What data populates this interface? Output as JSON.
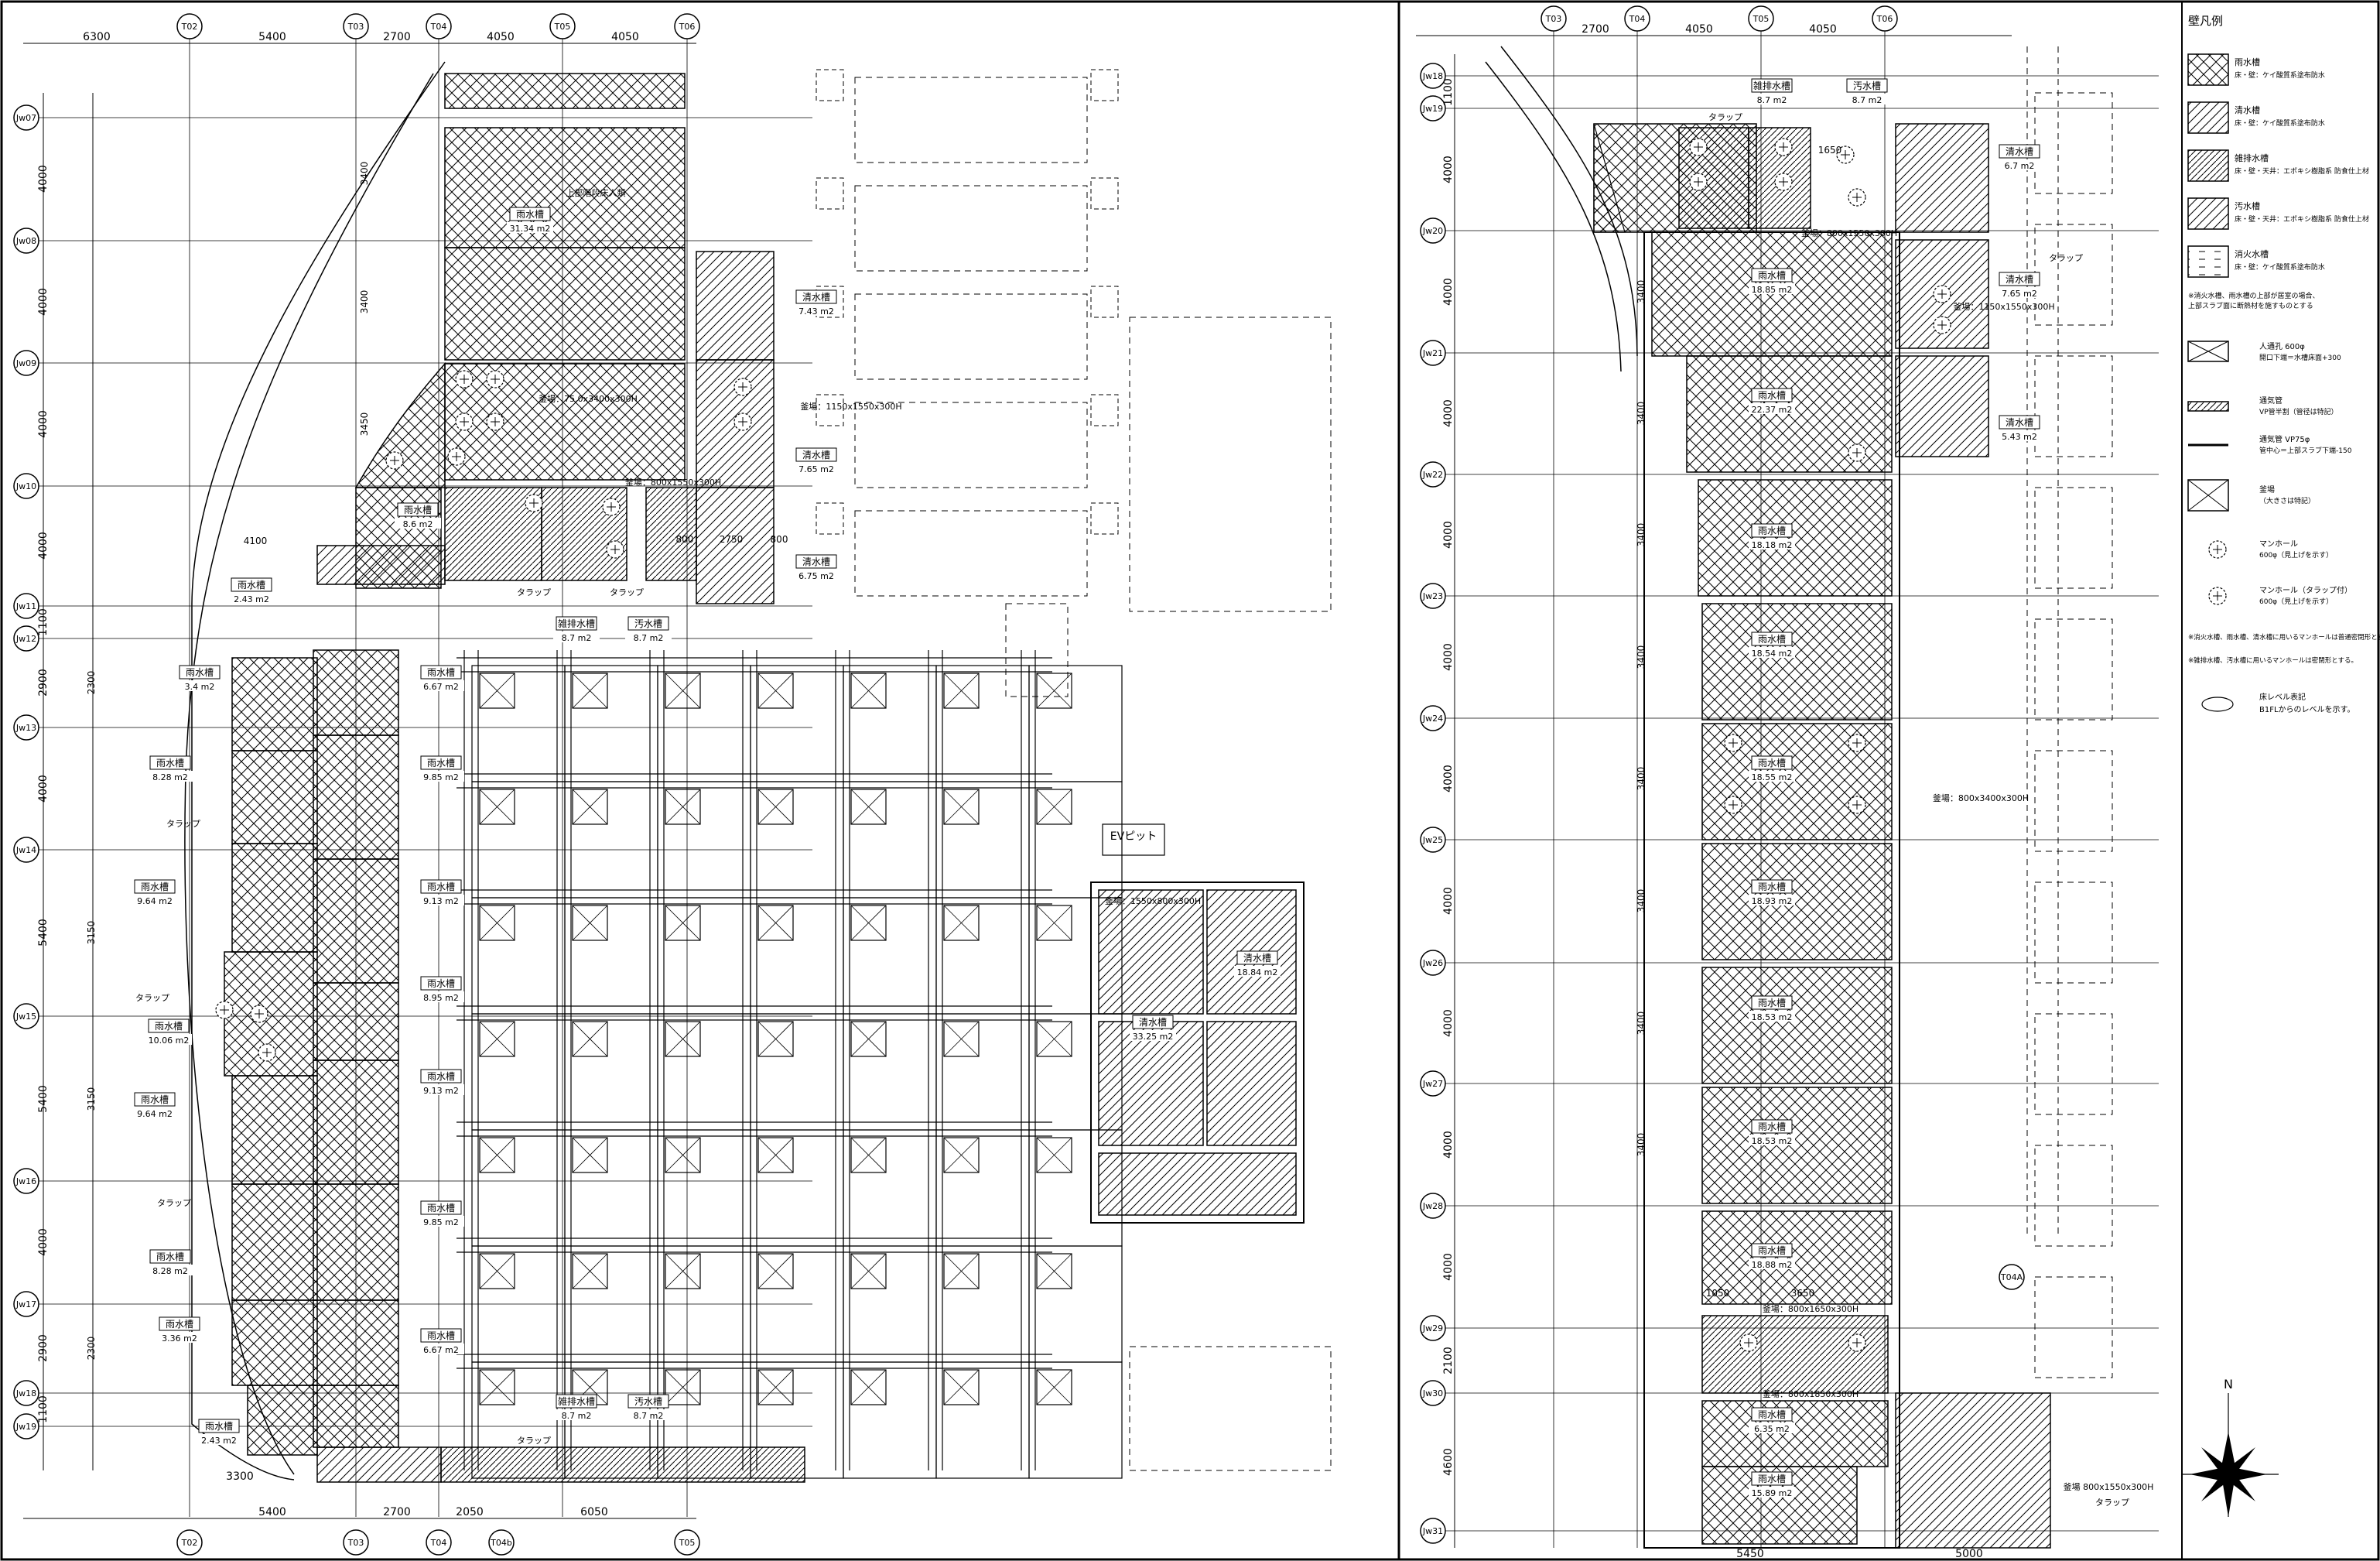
{
  "grid": {
    "left_top_labels": [
      "T02",
      "T03",
      "T04",
      "T05",
      "T06"
    ],
    "left_bottom_labels": [
      "T02",
      "T03",
      "T04",
      "T04b",
      "T05"
    ],
    "left_row_labels": [
      "Jw07",
      "Jw08",
      "Jw09",
      "Jw10",
      "Jw11",
      "Jw12",
      "Jw13",
      "Jw14",
      "Jw15",
      "Jw16",
      "Jw17",
      "Jw18",
      "Jw19"
    ],
    "right_top_labels": [
      "T03",
      "T04",
      "T05",
      "T06"
    ],
    "right_row_labels": [
      "Jw18",
      "Jw19",
      "Jw20",
      "Jw21",
      "Jw22",
      "Jw23",
      "Jw24",
      "Jw25",
      "Jw26",
      "Jw27",
      "Jw28",
      "Jw29",
      "Jw30",
      "Jw31"
    ],
    "t04a_label": "T04A"
  },
  "dims": {
    "left_top": [
      "6300",
      "5400",
      "2700",
      "4050",
      "4050"
    ],
    "left_bottom": [
      "5400",
      "2700",
      "2050",
      "6050"
    ],
    "left_bottom2": [
      "3300"
    ],
    "right_top": [
      "2700",
      "4050",
      "4050"
    ],
    "right_bottom": [
      "5450",
      "5000"
    ],
    "left_side": [
      "4000",
      "4000",
      "4000",
      "4000",
      "1100",
      "2900",
      "4000",
      "5400",
      "5400",
      "4000",
      "2900",
      "1100"
    ],
    "right_side": [
      "1100",
      "4000",
      "4000",
      "4000",
      "4000",
      "4000",
      "4000",
      "4000",
      "4000",
      "4000",
      "4000",
      "2100",
      "4600"
    ]
  },
  "rooms_left": [
    {
      "name": "雨水槽",
      "area": "2.43 m2"
    },
    {
      "name": "雨水槽",
      "area": "3.4 m2"
    },
    {
      "name": "雨水槽",
      "area": "8.28 m2"
    },
    {
      "name": "雨水槽",
      "area": "9.64 m2"
    },
    {
      "name": "雨水槽",
      "area": "10.06 m2"
    },
    {
      "name": "雨水槽",
      "area": "9.64 m2"
    },
    {
      "name": "雨水槽",
      "area": "8.28 m2"
    },
    {
      "name": "雨水槽",
      "area": "3.36 m2"
    },
    {
      "name": "雨水槽",
      "area": "2.43 m2"
    },
    {
      "name": "雨水槽",
      "area": "6.67 m2"
    },
    {
      "name": "雨水槽",
      "area": "9.85 m2"
    },
    {
      "name": "雨水槽",
      "area": "9.13 m2"
    },
    {
      "name": "雨水槽",
      "area": "8.95 m2"
    },
    {
      "name": "雨水槽",
      "area": "9.13 m2"
    },
    {
      "name": "雨水槽",
      "area": "9.85 m2"
    },
    {
      "name": "雨水槽",
      "area": "6.67 m2"
    },
    {
      "name": "清水槽",
      "area": "7.43 m2"
    },
    {
      "name": "清水槽",
      "area": "7.65 m2"
    },
    {
      "name": "清水槽",
      "area": "6.75 m2"
    },
    {
      "name": "雑排水槽",
      "area": "8.7 m2"
    },
    {
      "name": "汚水槽",
      "area": "8.7 m2"
    },
    {
      "name": "雑排水槽",
      "area": "8.7 m2"
    },
    {
      "name": "汚水槽",
      "area": "8.7 m2"
    },
    {
      "name": "雨水槽",
      "area": "31.34 m2"
    },
    {
      "name": "雨水槽",
      "area": "8.6 m2"
    },
    {
      "name": "清水槽",
      "area": "18.84 m2"
    },
    {
      "name": "清水槽",
      "area": "33.25 m2"
    }
  ],
  "rooms_right": [
    {
      "name": "雑排水槽",
      "area": "8.7 m2"
    },
    {
      "name": "汚水槽",
      "area": "8.7 m2"
    },
    {
      "name": "清水槽",
      "area": "6.7 m2"
    },
    {
      "name": "清水槽",
      "area": "7.65 m2"
    },
    {
      "name": "清水槽",
      "area": "5.43 m2"
    },
    {
      "name": "雨水槽",
      "area": "18.85 m2"
    },
    {
      "name": "雨水槽",
      "area": "22.37 m2"
    },
    {
      "name": "雨水槽",
      "area": "18.18 m2"
    },
    {
      "name": "雨水槽",
      "area": "18.54 m2"
    },
    {
      "name": "雨水槽",
      "area": "18.55 m2"
    },
    {
      "name": "雨水槽",
      "area": "18.93 m2"
    },
    {
      "name": "雨水槽",
      "area": "18.53 m2"
    },
    {
      "name": "雨水槽",
      "area": "18.53 m2"
    },
    {
      "name": "雨水槽",
      "area": "18.88 m2"
    },
    {
      "name": "雨水槽",
      "area": "6.35 m2"
    },
    {
      "name": "雨水槽",
      "area": "15.89 m2"
    }
  ],
  "annotations": {
    "left_top_pit": "上部階段床人類",
    "kama1": "釜場：75.0x3400x300H",
    "kama2": "釜場：1150x1550x300H",
    "kama3": "釜場：800x1550x300H",
    "kama4": "釜場：1550x800x300H",
    "kama_r1": "釜場：800x1550x300H",
    "kama_r2": "釜場：1150x1550x300H",
    "kama_r3": "釜場：800x3400x300H",
    "kama_r4": "釜場：800x1650x300H",
    "kama_r5": "釜場：800x1850x300H",
    "kama_r6": "釜場 800x1550x300H",
    "trap": "タラップ",
    "ev_pit": "EVピット",
    "dim_4100": "4100",
    "dim_3300": "3300",
    "dim_800": "800",
    "dim_2750": "2750",
    "dim_1650": "1650",
    "dim_3650": "3650",
    "dim_1050": "1050",
    "dim_3400": "3400",
    "dim_3450": "3450",
    "dim_3150": "3150",
    "dim_2300": "2300",
    "north": "N"
  },
  "legend": {
    "title": "壁凡例",
    "items": [
      {
        "name": "雨水槽",
        "desc": "床・壁：ケイ酸質系塗布防水"
      },
      {
        "name": "清水槽",
        "desc": "床・壁：ケイ酸質系塗布防水"
      },
      {
        "name": "雑排水槽",
        "desc": "床・壁・天井：エポキシ樹脂系 防食仕上材"
      },
      {
        "name": "汚水槽",
        "desc": "床・壁・天井：エポキシ樹脂系 防食仕上材"
      },
      {
        "name": "消火水槽",
        "desc": "床・壁：ケイ酸質系塗布防水"
      }
    ],
    "note1": "※消火水槽、雨水槽の上部が居室の場合、上部スラブ面に断熱材を施すものとする",
    "symbols": [
      {
        "name": "人通孔 600φ",
        "desc": "開口下端＝水槽床面+300"
      },
      {
        "name": "通気管",
        "desc": "VP管半割（管径は特記）"
      },
      {
        "name": "通気管 VP75φ",
        "desc": "管中心＝上部スラブ下端-150"
      },
      {
        "name": "釜場",
        "desc": "（大きさは特記）"
      },
      {
        "name": "マンホール",
        "desc": "600φ（見上げを示す）"
      },
      {
        "name": "マンホール（タラップ付）",
        "desc": "600φ（見上げを示す）"
      }
    ],
    "note2": "※消火水槽、雨水槽、清水槽に用いるマンホールは普通密閉形とする。",
    "note3": "※雑排水槽、汚水槽に用いるマンホールは密閉形とする。",
    "level_name": "床レベル表記",
    "level_desc": "B1FLからのレベルを示す。"
  }
}
